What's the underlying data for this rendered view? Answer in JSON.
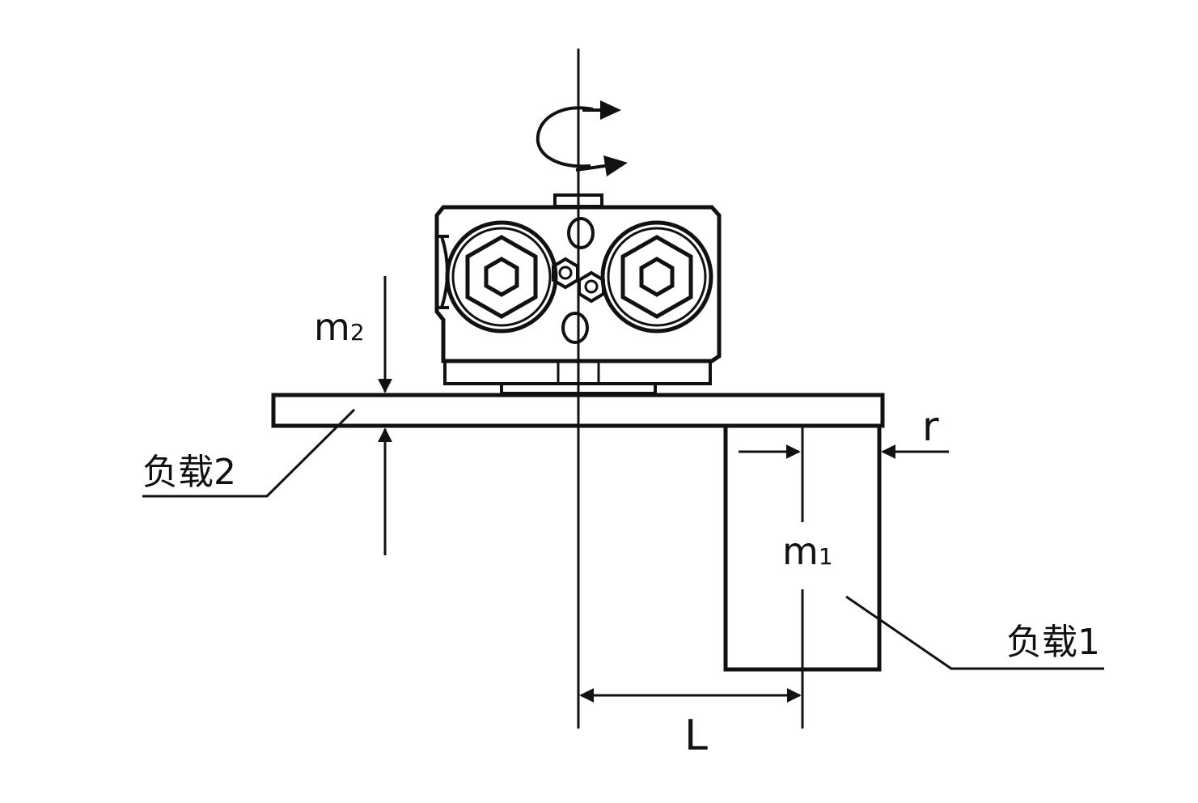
{
  "labels": {
    "m2": "m",
    "m2_sub": "2",
    "m1": "m",
    "m1_sub": "1",
    "load2": "负载2",
    "load1": "负载1",
    "r": "r",
    "L": "L"
  },
  "colors": {
    "line": "#111111",
    "background": "#ffffff"
  },
  "icons": {
    "rotation": "rotation-arrow-icon",
    "hex_screw": "hex-socket-screw-icon"
  }
}
